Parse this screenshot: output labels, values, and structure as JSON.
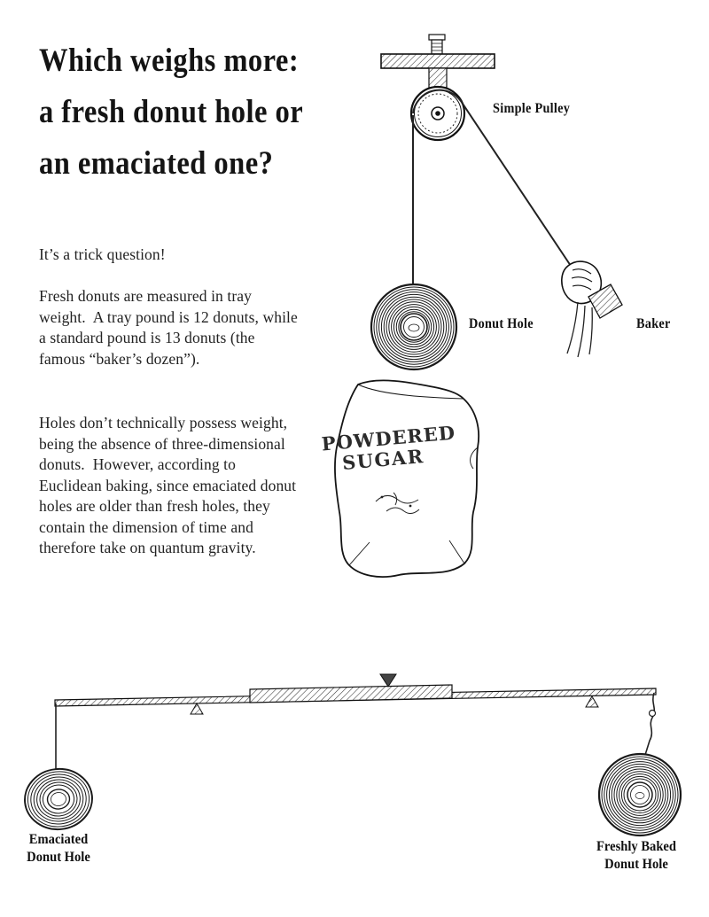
{
  "article": {
    "title_line1": "Which weighs more:",
    "title_line2": "a fresh donut hole or",
    "title_line3": "an emaciated one?",
    "paragraph1": "It’s a trick question!",
    "paragraph2": "Fresh donuts are measured in tray weight.  A tray pound is 12 donuts, while a standard pound is 13 donuts (the famous “baker’s dozen”).",
    "paragraph3": "Holes don’t technically possess weight, being the absence of three-dimensional donuts.  However, according to Euclidean baking, since emaciated donut holes are older than fresh holes, they contain the dimension of time and therefore take on quantum gravity."
  },
  "pulley_scene": {
    "pulley_label": "Simple Pulley",
    "donut_label": "Donut Hole",
    "baker_label": "Baker",
    "bag_line1": "POWDERED",
    "bag_line2": "SUGAR"
  },
  "scale_scene": {
    "left_label_line1": "Emaciated",
    "left_label_line2": "Donut Hole",
    "right_label_line1": "Freshly Baked",
    "right_label_line2": "Donut Hole"
  }
}
